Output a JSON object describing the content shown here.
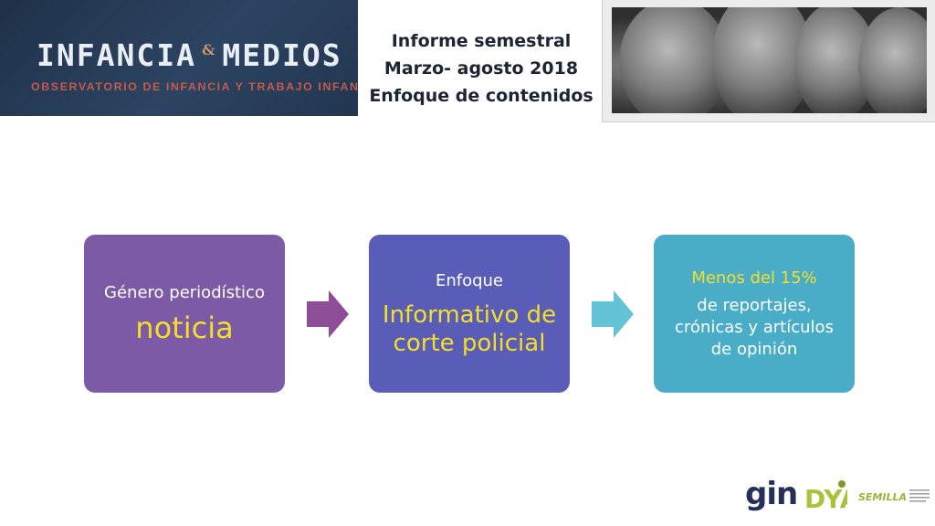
{
  "header": {
    "logo_word_left": "INFANCIA",
    "logo_amp": "&",
    "logo_word_right": "MEDIOS",
    "logo_tagline": "OBSERVATORIO DE INFANCIA Y TRABAJO INFANTIL",
    "title_lines": [
      "Informe semestral",
      "Marzo- agosto 2018",
      "Enfoque de contenidos"
    ]
  },
  "diagram": {
    "step1": {
      "label": "Género periodístico",
      "value": "noticia"
    },
    "step2": {
      "label": "Enfoque",
      "value": "Informativo de corte policial"
    },
    "step3": {
      "highlight": "Menos del 15%",
      "text": "de reportajes, crónicas y artículos de opinión"
    }
  },
  "footer_logos": {
    "gin": "gin",
    "dya": "DYA",
    "semilla": "SEMILLA"
  },
  "colors": {
    "box1": "#7c5aa6",
    "box2": "#5a5db8",
    "box3": "#4aadc8",
    "highlight": "#f5de2a",
    "arrow1": "#8e4d97",
    "arrow2": "#62c3d6"
  }
}
